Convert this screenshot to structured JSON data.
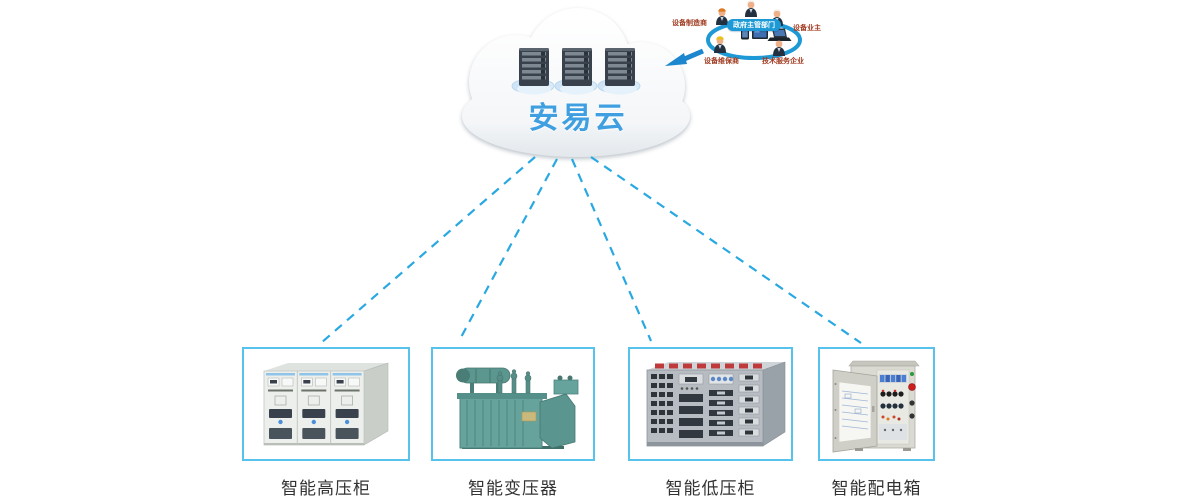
{
  "page": {
    "background": "#ffffff"
  },
  "cloud": {
    "title": "安易云",
    "title_color": "#3f9fe0",
    "server_icon_count": 3
  },
  "stakeholders": {
    "ring_color": "#1d9ad6",
    "label_color": "#a03a20",
    "manufacturer": "设备制造商",
    "government": "政府主管部门",
    "owner": "设备业主",
    "maintenance": "设备维保商",
    "tech_service": "技术服务企业",
    "device_icons": [
      "smartphone-icon",
      "tablet-icon",
      "laptop-icon"
    ]
  },
  "connections": {
    "color": "#29a8e1",
    "style": "dashed",
    "count": 4
  },
  "devices": {
    "border_color": "#57c2eb",
    "label_color": "#333333",
    "items": [
      {
        "label": "智能高压柜",
        "icon": "high-voltage-cabinet-icon"
      },
      {
        "label": "智能变压器",
        "icon": "transformer-icon"
      },
      {
        "label": "智能低压柜",
        "icon": "low-voltage-cabinet-icon"
      },
      {
        "label": "智能配电箱",
        "icon": "distribution-box-icon"
      }
    ]
  }
}
